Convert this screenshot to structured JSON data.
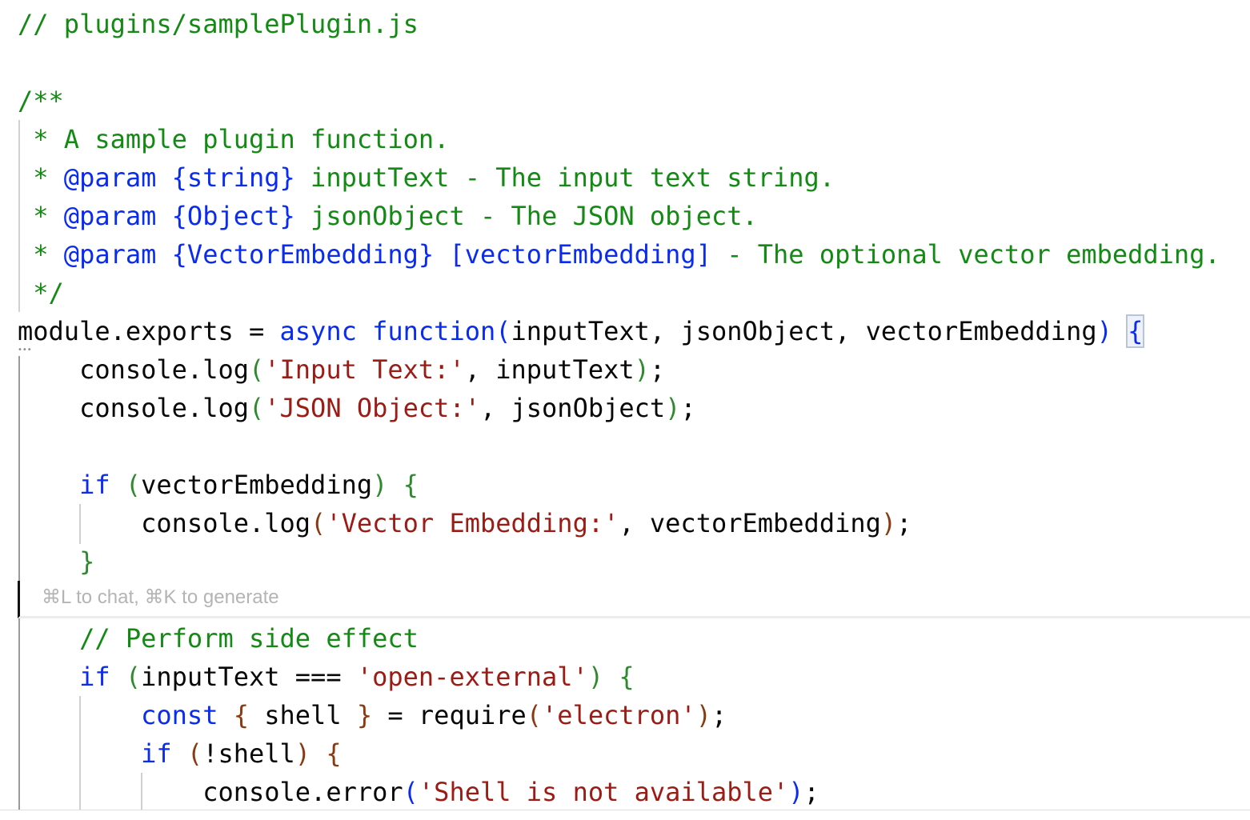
{
  "editor": {
    "lines": [
      [
        {
          "t": "// plugins/samplePlugin.js",
          "c": "com"
        }
      ],
      [],
      [
        {
          "t": "/**",
          "c": "com"
        }
      ],
      [
        {
          "t": " * A sample plugin function.",
          "c": "com"
        }
      ],
      [
        {
          "t": " * ",
          "c": "com"
        },
        {
          "t": "@param",
          "c": "tag"
        },
        {
          "t": " ",
          "c": "com"
        },
        {
          "t": "{string}",
          "c": "tag"
        },
        {
          "t": " inputText - The input text string.",
          "c": "com"
        }
      ],
      [
        {
          "t": " * ",
          "c": "com"
        },
        {
          "t": "@param",
          "c": "tag"
        },
        {
          "t": " ",
          "c": "com"
        },
        {
          "t": "{Object}",
          "c": "tag"
        },
        {
          "t": " jsonObject - The JSON object.",
          "c": "com"
        }
      ],
      [
        {
          "t": " * ",
          "c": "com"
        },
        {
          "t": "@param",
          "c": "tag"
        },
        {
          "t": " ",
          "c": "com"
        },
        {
          "t": "{VectorEmbedding}",
          "c": "tag"
        },
        {
          "t": " ",
          "c": "com"
        },
        {
          "t": "[vectorEmbedding]",
          "c": "tag"
        },
        {
          "t": " - The optional vector embedding.",
          "c": "com"
        }
      ],
      [
        {
          "t": " */",
          "c": "com"
        }
      ],
      [
        {
          "t": "module.exports = ",
          "c": "plain"
        },
        {
          "t": "async function",
          "c": "kw"
        },
        {
          "t": "(",
          "c": "bb"
        },
        {
          "t": "inputText, jsonObject, vectorEmbedding",
          "c": "plain"
        },
        {
          "t": ")",
          "c": "bb"
        },
        {
          "t": " ",
          "c": "plain"
        },
        {
          "t": "{",
          "c": "match"
        }
      ],
      [
        {
          "t": "    console.log",
          "c": "plain"
        },
        {
          "t": "(",
          "c": "bg"
        },
        {
          "t": "'Input Text:'",
          "c": "str"
        },
        {
          "t": ", inputText",
          "c": "plain"
        },
        {
          "t": ")",
          "c": "bg"
        },
        {
          "t": ";",
          "c": "plain"
        }
      ],
      [
        {
          "t": "    console.log",
          "c": "plain"
        },
        {
          "t": "(",
          "c": "bg"
        },
        {
          "t": "'JSON Object:'",
          "c": "str"
        },
        {
          "t": ", jsonObject",
          "c": "plain"
        },
        {
          "t": ")",
          "c": "bg"
        },
        {
          "t": ";",
          "c": "plain"
        }
      ],
      [],
      [
        {
          "t": "    ",
          "c": "plain"
        },
        {
          "t": "if",
          "c": "kw"
        },
        {
          "t": " ",
          "c": "plain"
        },
        {
          "t": "(",
          "c": "bg"
        },
        {
          "t": "vectorEmbedding",
          "c": "plain"
        },
        {
          "t": ")",
          "c": "bg"
        },
        {
          "t": " ",
          "c": "plain"
        },
        {
          "t": "{",
          "c": "bg"
        }
      ],
      [
        {
          "t": "        console.log",
          "c": "plain"
        },
        {
          "t": "(",
          "c": "br"
        },
        {
          "t": "'Vector Embedding:'",
          "c": "str"
        },
        {
          "t": ", vectorEmbedding",
          "c": "plain"
        },
        {
          "t": ")",
          "c": "br"
        },
        {
          "t": ";",
          "c": "plain"
        }
      ],
      [
        {
          "t": "    ",
          "c": "plain"
        },
        {
          "t": "}",
          "c": "bg"
        }
      ],
      [
        {
          "t": "    // Perform side effect",
          "c": "com"
        }
      ],
      [
        {
          "t": "    ",
          "c": "plain"
        },
        {
          "t": "if",
          "c": "kw"
        },
        {
          "t": " ",
          "c": "plain"
        },
        {
          "t": "(",
          "c": "bg"
        },
        {
          "t": "inputText ",
          "c": "plain"
        },
        {
          "t": "===",
          "c": "plain"
        },
        {
          "t": " ",
          "c": "plain"
        },
        {
          "t": "'open-external'",
          "c": "str"
        },
        {
          "t": ")",
          "c": "bg"
        },
        {
          "t": " ",
          "c": "plain"
        },
        {
          "t": "{",
          "c": "bg"
        }
      ],
      [
        {
          "t": "        ",
          "c": "plain"
        },
        {
          "t": "const",
          "c": "kw"
        },
        {
          "t": " ",
          "c": "plain"
        },
        {
          "t": "{",
          "c": "br"
        },
        {
          "t": " shell ",
          "c": "plain"
        },
        {
          "t": "}",
          "c": "br"
        },
        {
          "t": " = require",
          "c": "plain"
        },
        {
          "t": "(",
          "c": "br"
        },
        {
          "t": "'electron'",
          "c": "str"
        },
        {
          "t": ")",
          "c": "br"
        },
        {
          "t": ";",
          "c": "plain"
        }
      ],
      [
        {
          "t": "        ",
          "c": "plain"
        },
        {
          "t": "if",
          "c": "kw"
        },
        {
          "t": " ",
          "c": "plain"
        },
        {
          "t": "(",
          "c": "br"
        },
        {
          "t": "!shell",
          "c": "plain"
        },
        {
          "t": ")",
          "c": "br"
        },
        {
          "t": " ",
          "c": "plain"
        },
        {
          "t": "{",
          "c": "br"
        }
      ],
      [
        {
          "t": "            console.error",
          "c": "plain"
        },
        {
          "t": "(",
          "c": "bb"
        },
        {
          "t": "'Shell is not available'",
          "c": "str"
        },
        {
          "t": ")",
          "c": "bb"
        },
        {
          "t": ";",
          "c": "plain"
        }
      ]
    ],
    "inline_hint": "⌘L to chat, ⌘K to generate",
    "fold_marker": "•••"
  }
}
